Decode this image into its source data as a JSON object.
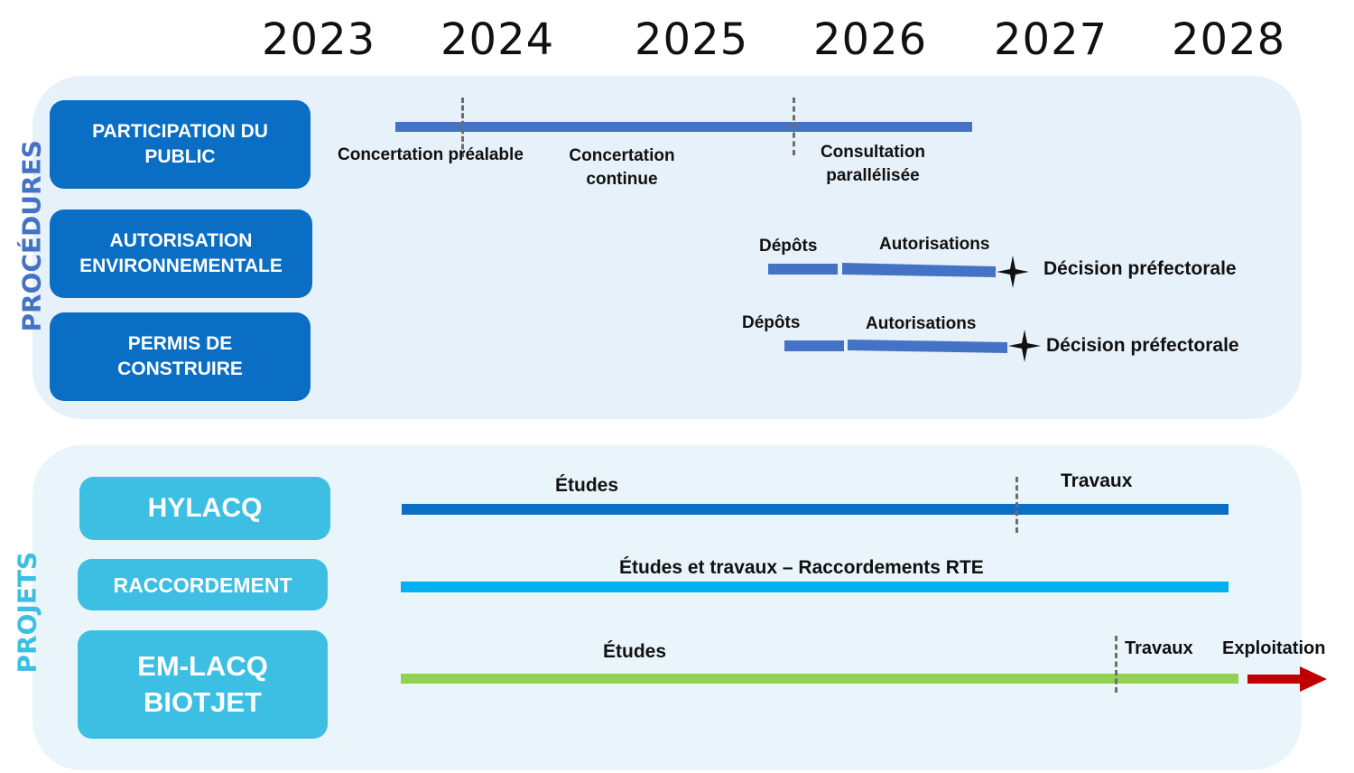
{
  "years": [
    "2023",
    "2024",
    "2025",
    "2026",
    "2027",
    "2028"
  ],
  "sections": {
    "procedures": "PROCÉDURES",
    "projets": "PROJETS"
  },
  "procedures": {
    "participation": {
      "title": "PARTICIPATION DU PUBLIC",
      "phase1": "Concertation préalable",
      "phase2": "Concertation continue",
      "phase3": "Consultation parallélisée"
    },
    "autorisation": {
      "title": "AUTORISATION ENVIRONNEMENTALE",
      "depots": "Dépôts",
      "autorisations": "Autorisations",
      "decision": "Décision préfectorale"
    },
    "permis": {
      "title": "PERMIS DE CONSTRUIRE",
      "depots": "Dépôts",
      "autorisations": "Autorisations",
      "decision": "Décision préfectorale"
    }
  },
  "projets": {
    "hylacq": {
      "title": "HYLACQ",
      "etudes": "Études",
      "travaux": "Travaux"
    },
    "raccordement": {
      "title": "RACCORDEMENT",
      "label": "Études et travaux – Raccordements RTE"
    },
    "emlacq": {
      "title": "EM-LACQ BIOTJET",
      "etudes": "Études",
      "travaux": "Travaux",
      "exploitation": "Exploitation"
    }
  },
  "colors": {
    "procedure_box": "#0a6ec4",
    "project_box": "#3cbfe2",
    "procedure_bar": "#4472c4",
    "hylacq_bar": "#0a6ec4",
    "raccordement_bar": "#00b0f0",
    "emlacq_bar": "#92d050",
    "exploitation_arrow": "#c00000",
    "procedures_label": "#4472c4",
    "projets_label": "#3cbfe2"
  }
}
